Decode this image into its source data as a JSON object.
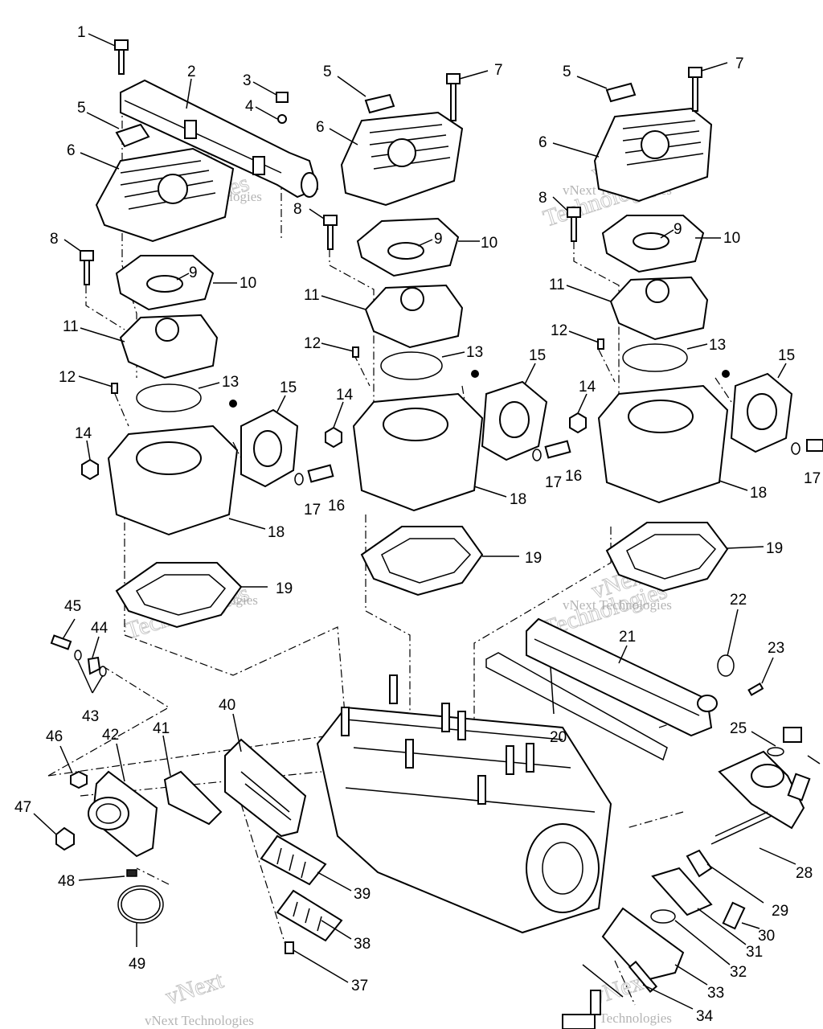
{
  "watermark": {
    "text_small": "vNext Technologies",
    "text_large_1": "vNext",
    "text_large_2": "Technologies"
  },
  "callouts": {
    "c1": "1",
    "c2": "2",
    "c3": "3",
    "c4": "4",
    "c5": "5",
    "c6": "6",
    "c7": "7",
    "c8": "8",
    "c9": "9",
    "c10": "10",
    "c11": "11",
    "c12": "12",
    "c13": "13",
    "c14": "14",
    "c15": "15",
    "c16": "16",
    "c17": "17",
    "c18": "18",
    "c19": "19",
    "c20": "20",
    "c21": "21",
    "c22": "22",
    "c23": "23",
    "c25": "25",
    "c28": "28",
    "c29": "29",
    "c30": "30",
    "c31": "31",
    "c32": "32",
    "c33": "33",
    "c34": "34",
    "c37": "37",
    "c38": "38",
    "c39": "39",
    "c40": "40",
    "c41": "41",
    "c42": "42",
    "c43": "43",
    "c44": "44",
    "c45": "45",
    "c46": "46",
    "c47": "47",
    "c48": "48",
    "c49": "49"
  }
}
